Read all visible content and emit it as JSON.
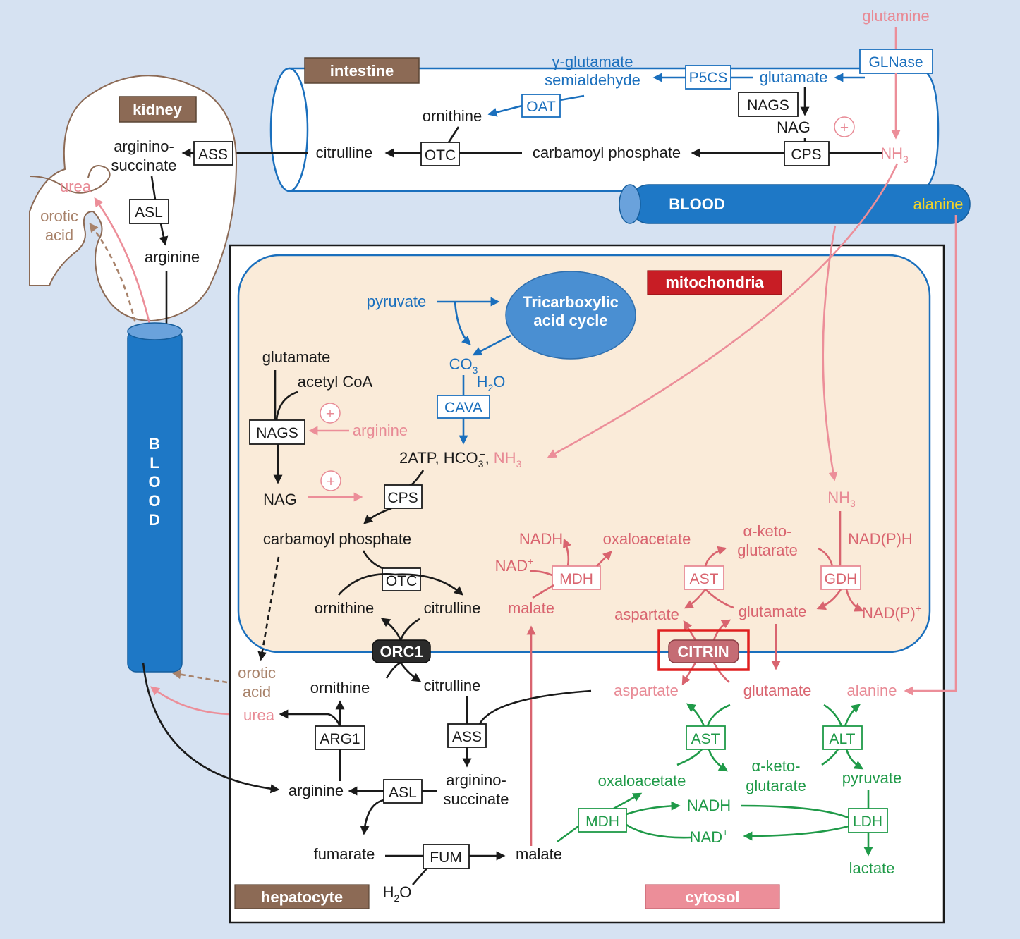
{
  "panels": {
    "intestine": "intestine",
    "kidney": "kidney",
    "mitochondria": "mitochondria",
    "hepatocyte": "hepatocyte",
    "cytosol": "cytosol",
    "blood_h": "BLOOD",
    "blood_v": [
      "B",
      "L",
      "O",
      "O",
      "D"
    ]
  },
  "intestine": {
    "glutamine": "glutamine",
    "glnase": "GLNase",
    "glutamate": "glutamate",
    "p5cs": "P5CS",
    "gsa1": "γ-glutamate",
    "gsa2": "semialdehyde",
    "oat": "OAT",
    "ornithine": "ornithine",
    "nags": "NAGS",
    "nag": "NAG",
    "nh3": "NH",
    "sub3": "3",
    "cps": "CPS",
    "carbamoyl": "carbamoyl phosphate",
    "otc": "OTC",
    "citrulline": "citrulline",
    "alanine": "alanine"
  },
  "kidney": {
    "arg1": "arginino-",
    "arg2": "succinate",
    "ass": "ASS",
    "asl": "ASL",
    "arginine": "arginine",
    "urea": "urea",
    "orotic1": "orotic",
    "orotic2": "acid"
  },
  "mito": {
    "pyruvate": "pyruvate",
    "tca1": "Tricarboxylic",
    "tca2": "acid cycle",
    "co2": "CO",
    "h2o": "H",
    "h2o_o": "O",
    "cava": "CAVA",
    "atp": "2ATP, HCO",
    "atp_sub": "3",
    "atp_sup": "−",
    "atp_comma": ",",
    "nh3": "NH",
    "glutamate": "glutamate",
    "acetylcoa": "acetyl CoA",
    "nags": "NAGS",
    "arginine": "arginine",
    "nag": "NAG",
    "cps": "CPS",
    "carbamoyl": "carbamoyl phosphate",
    "otc": "OTC",
    "ornithine": "ornithine",
    "citrulline": "citrulline",
    "nadh": "NADH",
    "nad": "NAD",
    "mdh": "MDH",
    "oxaloacetate": "oxaloacetate",
    "malate": "malate",
    "akg1": "α-keto-",
    "akg2": "glutarate",
    "ast": "AST",
    "aspartate": "aspartate",
    "glutamate2": "glutamate",
    "gdh": "GDH",
    "nadph": "NAD(P)H",
    "nadp": "NAD(P)",
    "plus": "+",
    "nh3b": "NH"
  },
  "transport": {
    "orc1": "ORC1",
    "citrin": "CITRIN"
  },
  "cytosol": {
    "orotic1": "orotic",
    "orotic2": "acid",
    "urea": "urea",
    "ornithine": "ornithine",
    "citrulline": "citrulline",
    "arg1": "ARG1",
    "ass": "ASS",
    "arginine": "arginine",
    "asl": "ASL",
    "as1": "arginino-",
    "as2": "succinate",
    "fumarate": "fumarate",
    "fum": "FUM",
    "malate": "malate",
    "h2o": "H",
    "h2o_o": "O",
    "aspartate": "aspartate",
    "glutamate": "glutamate",
    "alanine": "alanine",
    "ast": "AST",
    "alt": "ALT",
    "oxaloacetate": "oxaloacetate",
    "akg1": "α-keto-",
    "akg2": "glutarate",
    "pyruvate": "pyruvate",
    "mdh": "MDH",
    "nadh": "NADH",
    "nad": "NAD",
    "ldh": "LDH",
    "lactate": "lactate"
  },
  "colors": {
    "background": "#d6e2f2",
    "blue": "#1a6fbd",
    "pink": "#e88a95",
    "red": "#d9646f",
    "green": "#1f9a48",
    "brown": "#8c6a55",
    "mitochondria_fill": "#faebd9",
    "citrin_highlight": "#e02020"
  }
}
